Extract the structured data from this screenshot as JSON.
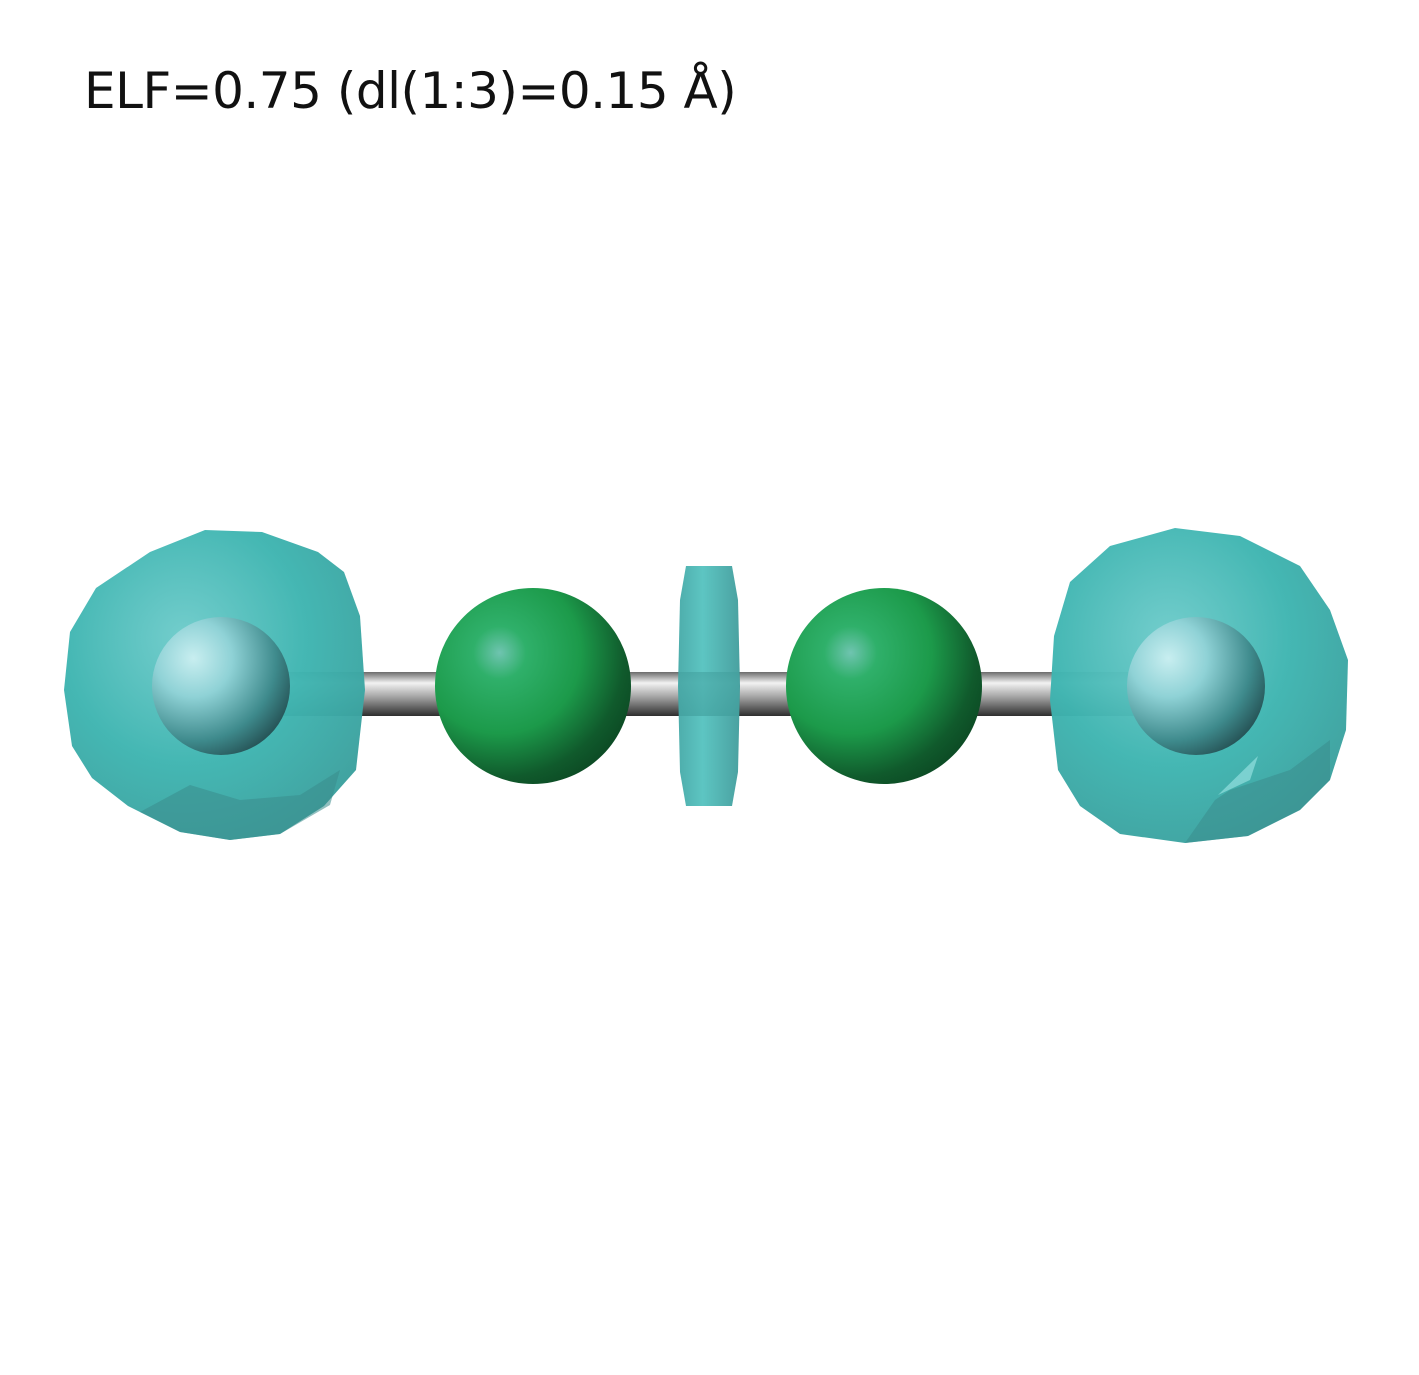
{
  "caption": "ELF=0.75 (dl(1:3)=0.15 Å)",
  "colors": {
    "background": "#ffffff",
    "elf_isosurface": "#3fb5b1",
    "terminal_atom": "#8fd2d6",
    "central_atom": "#1fa24e",
    "bond": "#9a9a9a"
  },
  "molecule": {
    "terminal_atoms": [
      "left-terminal-atom",
      "right-terminal-atom"
    ],
    "central_atoms": [
      "left-central-atom",
      "right-central-atom"
    ],
    "isosurface_basins": [
      "left-lone-pair-basin",
      "central-disc-basin",
      "right-lone-pair-basin"
    ]
  }
}
